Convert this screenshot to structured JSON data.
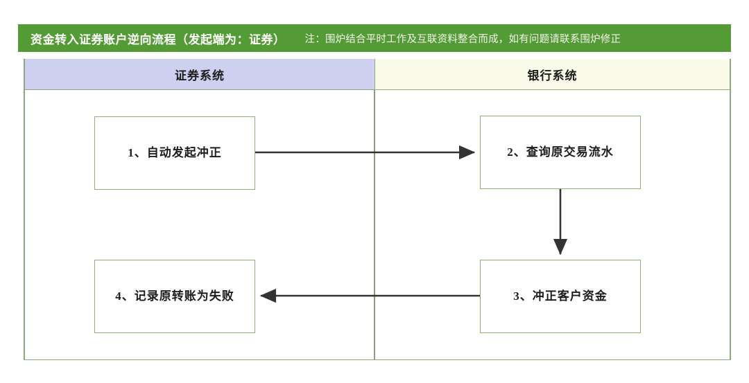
{
  "diagram": {
    "title": "资金转入证券账户逆向流程（发起端为：证券）",
    "note": "注：围炉结合平时工作及互联资料整合而成，如有问题请联系围炉修正",
    "colors": {
      "title_bar": "#549B35",
      "lane_left_header": "#CED0EF",
      "lane_right_header": "#FBFBEC",
      "node_border": "#8CAE72",
      "frame_border": "#8FA87A",
      "connector": "#3a3a3a"
    },
    "lanes": [
      {
        "id": "securities",
        "title": "证券系统"
      },
      {
        "id": "bank",
        "title": "银行系统"
      }
    ],
    "nodes": [
      {
        "id": "n1",
        "lane": "securities",
        "label": "1、自动发起冲正"
      },
      {
        "id": "n2",
        "lane": "bank",
        "label": "2、查询原交易流水"
      },
      {
        "id": "n3",
        "lane": "bank",
        "label": "3、冲正客户资金"
      },
      {
        "id": "n4",
        "lane": "securities",
        "label": "4、记录原转账为失败"
      }
    ],
    "edges": [
      {
        "id": "e1",
        "from": "n1",
        "to": "n2",
        "direction": "right",
        "label": ""
      },
      {
        "id": "e2",
        "from": "n2",
        "to": "n3",
        "direction": "down",
        "label": ""
      },
      {
        "id": "e3",
        "from": "n3",
        "to": "n4",
        "direction": "left",
        "label": ""
      }
    ]
  }
}
